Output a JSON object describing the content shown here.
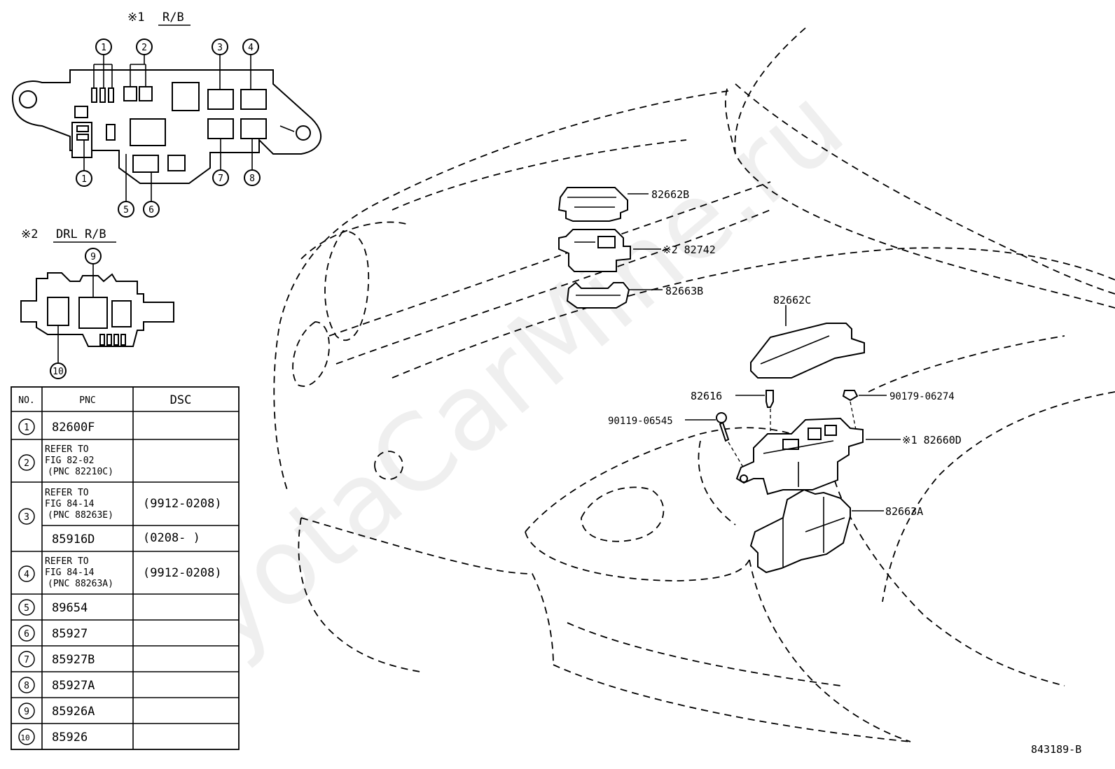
{
  "watermark": "ToyotaCarMine.ru",
  "figure_code": "843189-B",
  "rb_heading": {
    "mark": "※1",
    "title": "R/B"
  },
  "drl_heading": {
    "mark": "※2",
    "title": "DRL R/B"
  },
  "callouts": [
    "1",
    "2",
    "3",
    "4",
    "1",
    "5",
    "6",
    "7",
    "8",
    "9",
    "10"
  ],
  "parts": {
    "p82662B": "82662B",
    "p82742": "※2 82742",
    "p82663B": "82663B",
    "p82662C": "82662C",
    "p82616": "82616",
    "p9017906274": "90179-06274",
    "p9011906545": "90119-06545",
    "p82660D": "※1 82660D",
    "p82663A": "82663A"
  },
  "table": {
    "headers": [
      "NO.",
      "PNC",
      "DSC"
    ],
    "rows": [
      {
        "no": "1",
        "pnc": "82600F",
        "dsc": ""
      },
      {
        "no": "2",
        "pnc_lines": [
          "REFER TO",
          "FIG 82-02",
          "(PNC 82210C)"
        ],
        "dsc": ""
      },
      {
        "no": "3",
        "pnc_lines": [
          "REFER TO",
          "FIG 84-14",
          "(PNC 88263E)"
        ],
        "dsc": "(9912-0208)",
        "sub": {
          "pnc": "85916D",
          "dsc": "(0208-      )"
        }
      },
      {
        "no": "4",
        "pnc_lines": [
          "REFER TO",
          "FIG 84-14",
          "(PNC 88263A)"
        ],
        "dsc": "(9912-0208)"
      },
      {
        "no": "5",
        "pnc": "89654",
        "dsc": ""
      },
      {
        "no": "6",
        "pnc": "85927",
        "dsc": ""
      },
      {
        "no": "7",
        "pnc": "85927B",
        "dsc": ""
      },
      {
        "no": "8",
        "pnc": "85927A",
        "dsc": ""
      },
      {
        "no": "9",
        "pnc": "85926A",
        "dsc": ""
      },
      {
        "no": "10",
        "pnc": "85926",
        "dsc": ""
      }
    ]
  }
}
